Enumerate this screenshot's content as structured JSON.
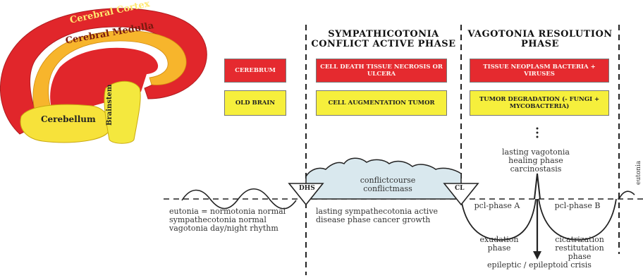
{
  "brain": {
    "cortex_label": "Cerebral Cortex",
    "medulla_label": "Cerebral Medulla",
    "cerebellum_label": "Cerebellum",
    "brainstem_label": "Brainstem"
  },
  "phases": {
    "sympathicotonia": "SYMPATHICOTONIA CONFLICT ACTIVE PHASE",
    "vagotonia": "VAGOTONIA RESOLUTION PHASE"
  },
  "boxes": {
    "cerebrum": "CEREBRUM",
    "cell_death": "CELL DEATH TISSUE NECROSIS OR ULCERA",
    "tissue_neoplasm": "TISSUE NEOPLASM BACTERIA + VIRUSES",
    "old_brain": "OLD BRAIN",
    "cell_augmentation": "CELL AUGMENTATION TUMOR",
    "tumor_degradation": "TUMOR DEGRADATION (- FUNGI + MYCOBACTERIA)"
  },
  "markers": {
    "dhs": "DHS",
    "cl": "CL"
  },
  "notes": {
    "conflict_course": "conflictcourse conflictmass",
    "eutonia": "eutonia = normotonia normal sympathecotonia normal vagotonia day/night rhythm",
    "lasting_symp": "lasting sympathecotonia active disease phase cancer growth",
    "lasting_vago": "lasting vagotonia healing phase carcinostasis",
    "pcl_a": "pcl-phase A",
    "pcl_b": "pcl-phase B",
    "exudation": "exudation phase",
    "cicatrization": "cicatrization restitutation phase",
    "epileptic": "epileptic / epileptoid crisis",
    "eutonia_right": "eutonia"
  },
  "colors": {
    "red": "#e52a2f",
    "yellow": "#f6ef3c",
    "conflict_fill": "#d9e8ee"
  }
}
